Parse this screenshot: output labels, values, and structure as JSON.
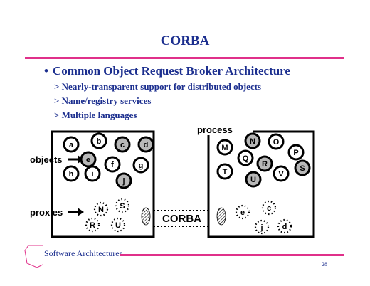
{
  "slide": {
    "title": "CORBA",
    "bullet_main": "Common Object Request Broker Architecture",
    "bullet_marker": "•",
    "sub_bullets": [
      "> Nearly-transparent support for distributed objects",
      "> Name/registry services",
      "> Multiple languages"
    ]
  },
  "diagram": {
    "label_objects": "objects",
    "label_proxies": "proxies",
    "label_process": "process",
    "label_corba": "CORBA",
    "left_objects": [
      "a",
      "b",
      "c",
      "d",
      "e",
      "f",
      "g",
      "h",
      "i",
      "j"
    ],
    "left_proxies": [
      "N",
      "S",
      "R",
      "U"
    ],
    "right_objects": [
      "M",
      "N",
      "O",
      "P",
      "Q",
      "R",
      "S",
      "T",
      "U",
      "V"
    ],
    "right_proxies": [
      "e",
      "c",
      "j",
      "d"
    ]
  },
  "footer": {
    "text": "Software Architectures",
    "page_number": "28"
  },
  "colors": {
    "title_blue": "#1c2f8f",
    "rule_magenta": "#e0308a",
    "shaded_object": "#b8b8b8"
  }
}
